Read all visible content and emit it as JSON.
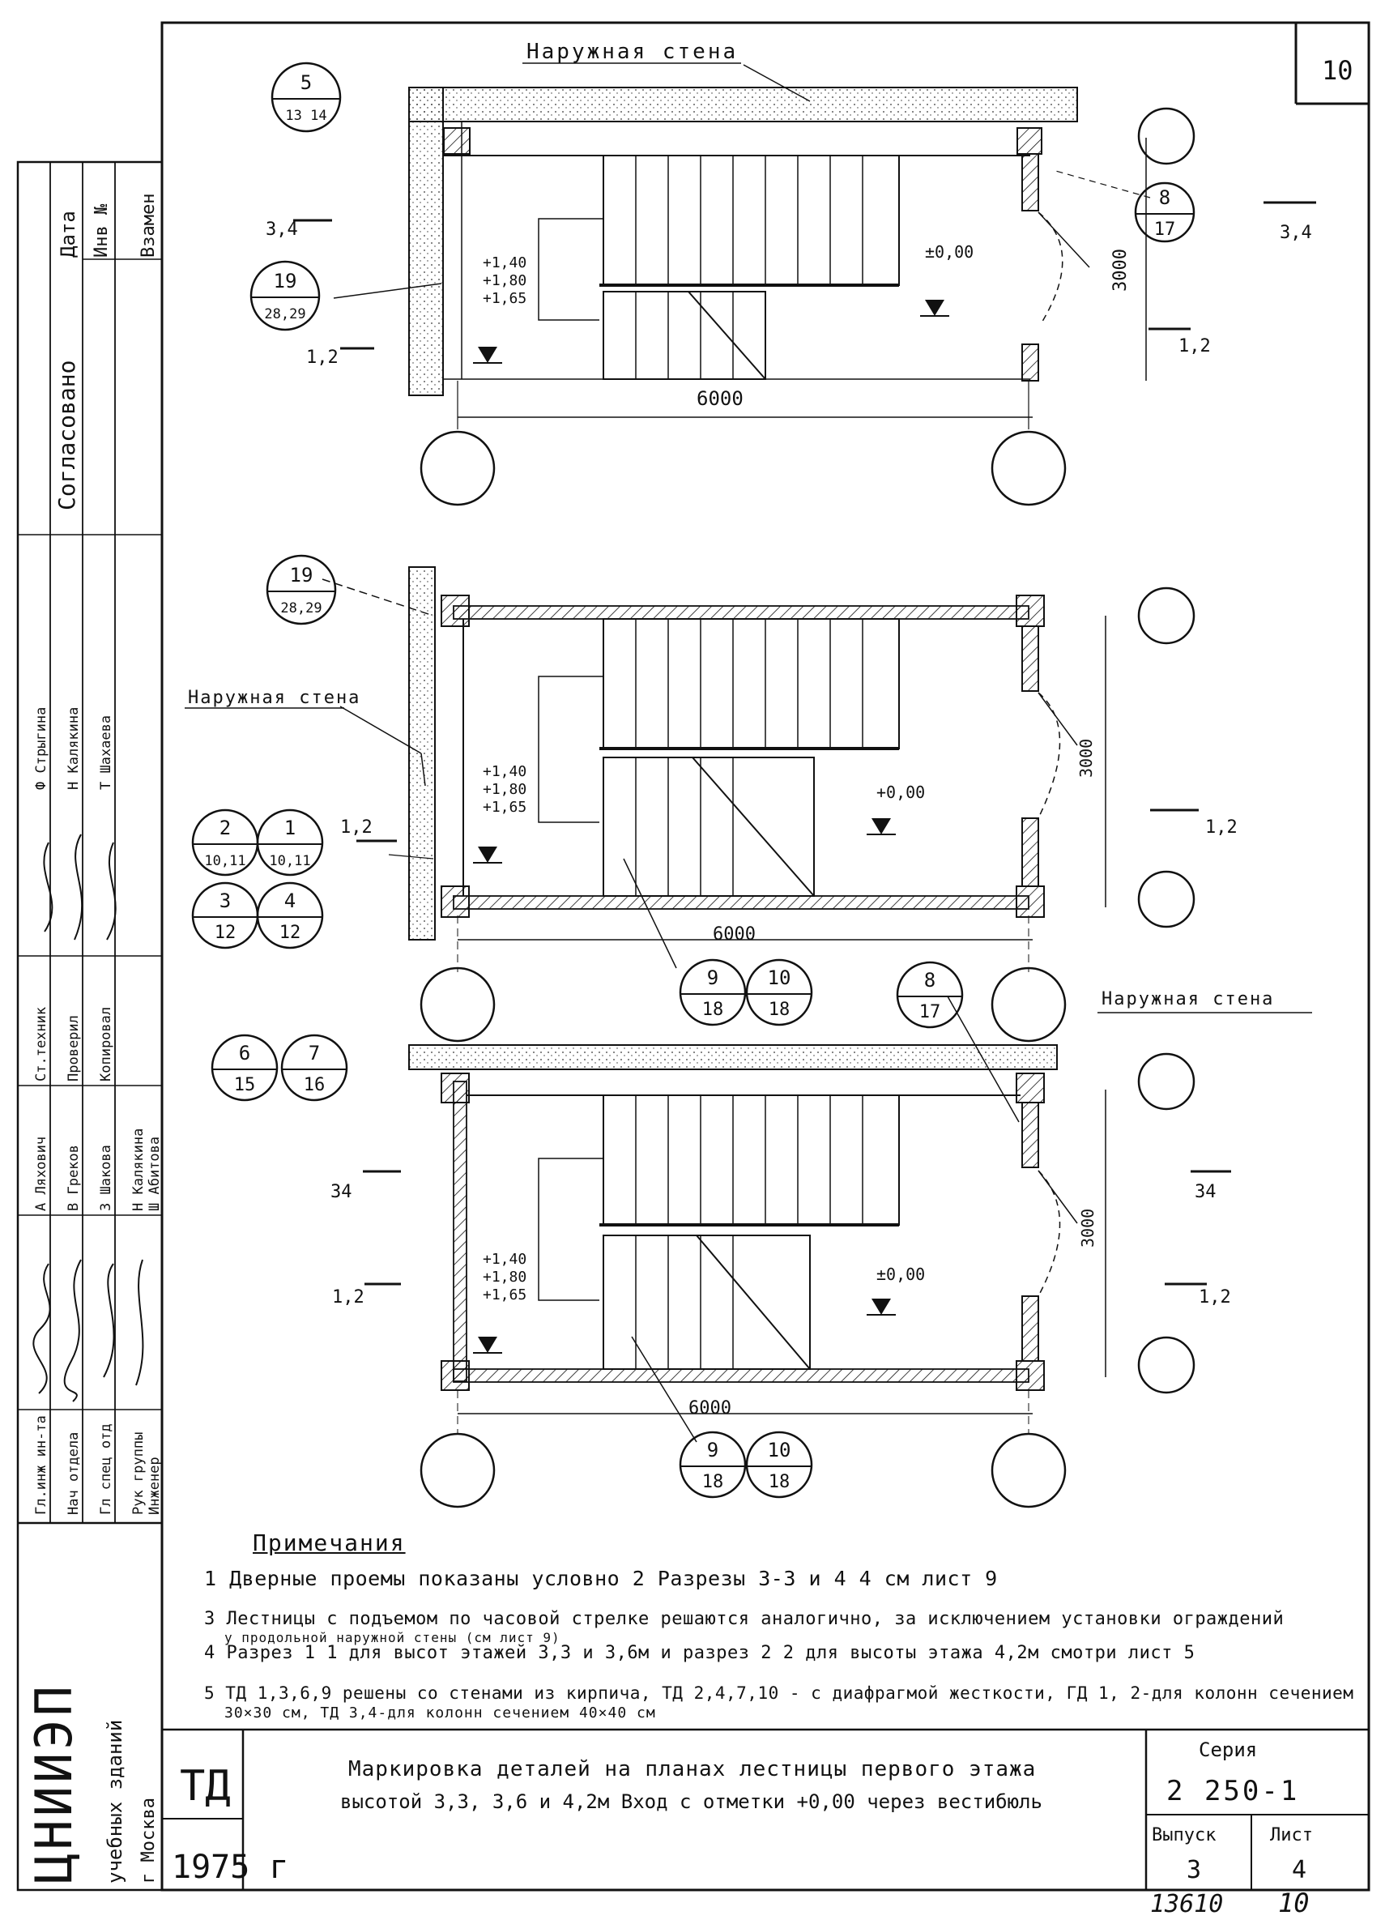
{
  "sheet_number": "10",
  "plan_labels": {
    "outer_wall": "Наружная стена",
    "dim_width": "6000",
    "dim_depth": "3000",
    "mark_zero_plain": "±0,00",
    "mark_zero_plus": "+0,00",
    "levels": [
      "+1,40",
      "+1,80",
      "+1,65"
    ],
    "sec_34": "3,4",
    "sec_34b": "34",
    "sec_12": "1,2",
    "sec_12b": "1,2"
  },
  "callouts": [
    {
      "id": "c1",
      "num": "5",
      "sheet": "13 14"
    },
    {
      "id": "c2",
      "num": "8",
      "sheet": "17"
    },
    {
      "id": "c3",
      "num": "19",
      "sheet": "28,29"
    },
    {
      "id": "c4",
      "num": "19",
      "sheet": "28,29"
    },
    {
      "id": "c5",
      "num": "2",
      "sheet": "10,11"
    },
    {
      "id": "c6",
      "num": "1",
      "sheet": "10,11"
    },
    {
      "id": "c7",
      "num": "3",
      "sheet": "12"
    },
    {
      "id": "c8",
      "num": "4",
      "sheet": "12"
    },
    {
      "id": "c9",
      "num": "9",
      "sheet": "18"
    },
    {
      "id": "c10",
      "num": "10",
      "sheet": "18"
    },
    {
      "id": "c11",
      "num": "8",
      "sheet": "17"
    },
    {
      "id": "c12",
      "num": "6",
      "sheet": "15"
    },
    {
      "id": "c13",
      "num": "7",
      "sheet": "16"
    },
    {
      "id": "c14",
      "num": "9",
      "sheet": "18"
    },
    {
      "id": "c15",
      "num": "10",
      "sheet": "18"
    }
  ],
  "left_stamp": {
    "date": "Дата",
    "inv": "Инв №",
    "replace": "Взамен",
    "agreed": "Согласовано",
    "roles": [
      "Гл.инж ин-та",
      "Нач отдела",
      "Гл спец отд",
      "Рук группы",
      "Инженер"
    ],
    "roles2": [
      "Ст.техник",
      "Проверил",
      "Копировал"
    ],
    "names": [
      "А Ляхович",
      "В Греков",
      "З Шакова",
      "Н Калякина",
      "Ш Абитова"
    ],
    "names2": [
      "Ф Стрыгина",
      "Н Калякина",
      "Т Шахаева"
    ],
    "org_main": "ЦНИИЭП",
    "org_sub1": "учебных зданий",
    "org_sub2": "г Москва"
  },
  "notes": {
    "title": "Примечания",
    "items": [
      "1 Дверные проемы показаны условно   2 Разрезы 3-3 и 4 4  см лист 9",
      "3 Лестницы с подъемом по часовой стрелке решаются аналогично, за исключением установки ограждений",
      "4 Разрез 1 1 для высот этажей 3,3 и 3,6м и разрез 2 2 для высоты этажа 4,2м смотри лист 5",
      "5 ТД 1,3,6,9  решены со стенами из кирпича, ТД 2,4,7,10 - с диафрагмой жесткости, ГД 1, 2-для колонн сечением"
    ],
    "sub_items": [
      "у продольной наружной стены (см лист 9)",
      "30×30 см, ТД 3,4-для колонн сечением 40×40 см"
    ]
  },
  "title_block": {
    "code": "ТД",
    "year": "1975 г",
    "title_line1": "Маркировка деталей на планах лестницы первого этажа",
    "title_line2": "высотой 3,3, 3,6 и 4,2м  Вход с отметки +0,00 через вестибюль",
    "series_label": "Серия",
    "series_value": "2 250-1",
    "issue_label": "Выпуск",
    "issue_value": "3",
    "sheet_label": "Лист",
    "sheet_value": "4",
    "archive_no": "13610",
    "archive_sheet": "10"
  }
}
